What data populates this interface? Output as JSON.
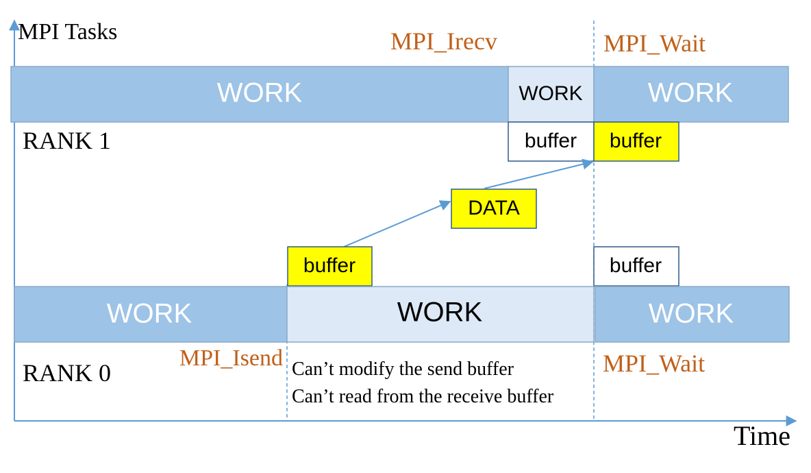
{
  "axes": {
    "y_label": "MPI Tasks",
    "x_label": "Time"
  },
  "rank1": {
    "label": "RANK 1",
    "work_1": "WORK",
    "work_2": "WORK",
    "work_3": "WORK",
    "buffer_before": "buffer",
    "buffer_after": "buffer",
    "call_irecv": "MPI_Irecv",
    "call_wait": "MPI_Wait"
  },
  "rank0": {
    "label": "RANK 0",
    "work_1": "WORK",
    "work_2": "WORK",
    "work_3": "WORK",
    "buffer_before": "buffer",
    "buffer_after": "buffer",
    "call_isend": "MPI_Isend",
    "call_wait": "MPI_Wait",
    "note_line1": "Can’t modify the send buffer",
    "note_line2": "Can’t read from the receive buffer"
  },
  "message": {
    "label": "DATA"
  },
  "colors": {
    "work_dark": "#9dc3e6",
    "work_light": "#dde9f7",
    "highlight": "#ffff00",
    "mpi_call": "#c0601a",
    "line": "#5b9bd5",
    "work_border": "#8aa9c8"
  }
}
